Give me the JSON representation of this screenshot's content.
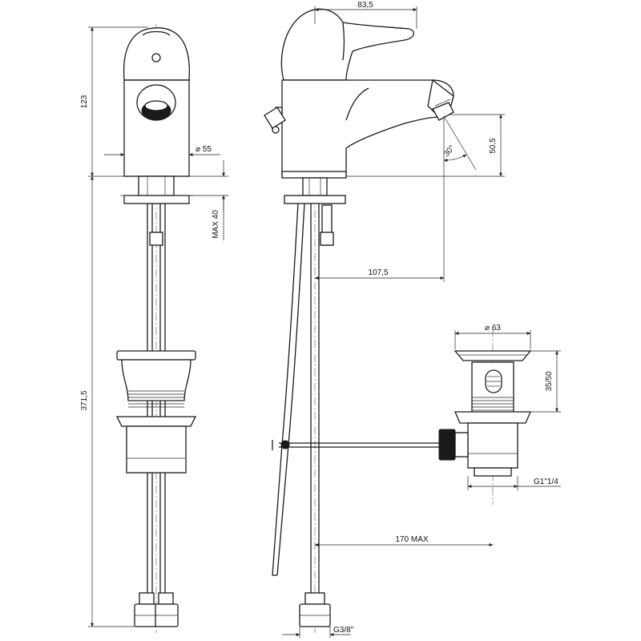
{
  "dimensions": {
    "body_width": "83,5",
    "body_diameter": "⌀ 55",
    "mount_height": "MAX 40",
    "total_height": "123",
    "hose_length": "371,5",
    "spout_height": "50,5",
    "spout_angle": "30°",
    "spout_reach": "107,5",
    "waste_diameter": "⌀ 63",
    "waste_height": "35/50",
    "waste_thread": "G1\"1/4",
    "rod_length": "170 MAX",
    "hose_thread": "G3/8\""
  },
  "colors": {
    "line": "#1a1a1a",
    "background": "#ffffff"
  }
}
